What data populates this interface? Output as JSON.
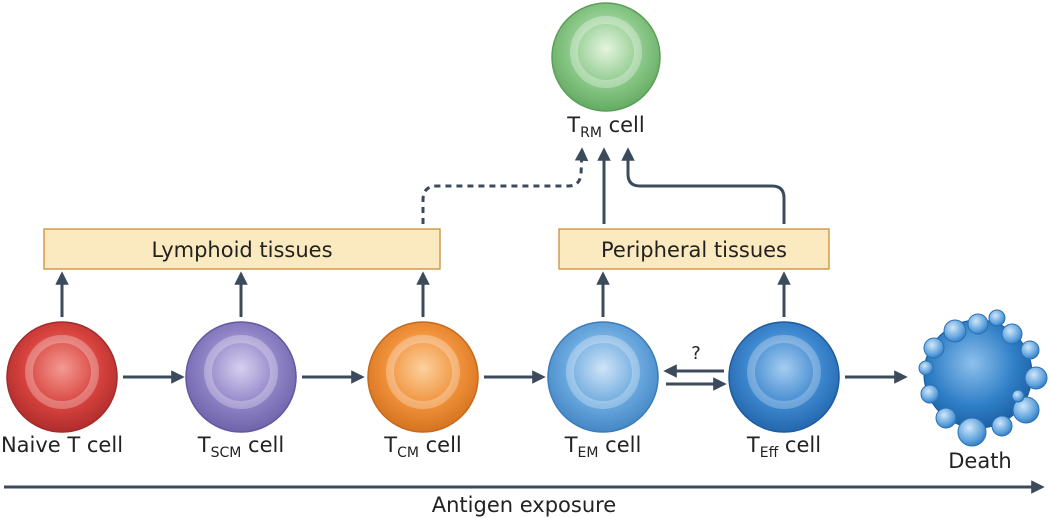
{
  "cells": {
    "naive": {
      "label": "Naive T cell",
      "color": "#d8433e"
    },
    "tscm": {
      "label_main": "T",
      "label_sub": "SCM",
      "label_rest": " cell",
      "color": "#8f83c6"
    },
    "tcm": {
      "label_main": "T",
      "label_sub": "CM",
      "label_rest": " cell",
      "color": "#f0913a"
    },
    "tem": {
      "label_main": "T",
      "label_sub": "EM",
      "label_rest": " cell",
      "color": "#6aa8de"
    },
    "teff": {
      "label_main": "T",
      "label_sub": "Eff",
      "label_rest": " cell",
      "color": "#3e88cf"
    },
    "trm": {
      "label_main": "T",
      "label_sub": "RM",
      "label_rest": " cell",
      "color": "#8cc98a"
    }
  },
  "tissues": {
    "lymphoid": "Lymphoid tissues",
    "peripheral": "Peripheral tissues"
  },
  "death": {
    "label": "Death",
    "color": "#2f7fc7"
  },
  "question_mark": "?",
  "antigen_axis": "Antigen exposure",
  "colors": {
    "arrow": "#3c4b5c",
    "box_fill": "#fbe9bf",
    "box_stroke": "#c98f39"
  }
}
